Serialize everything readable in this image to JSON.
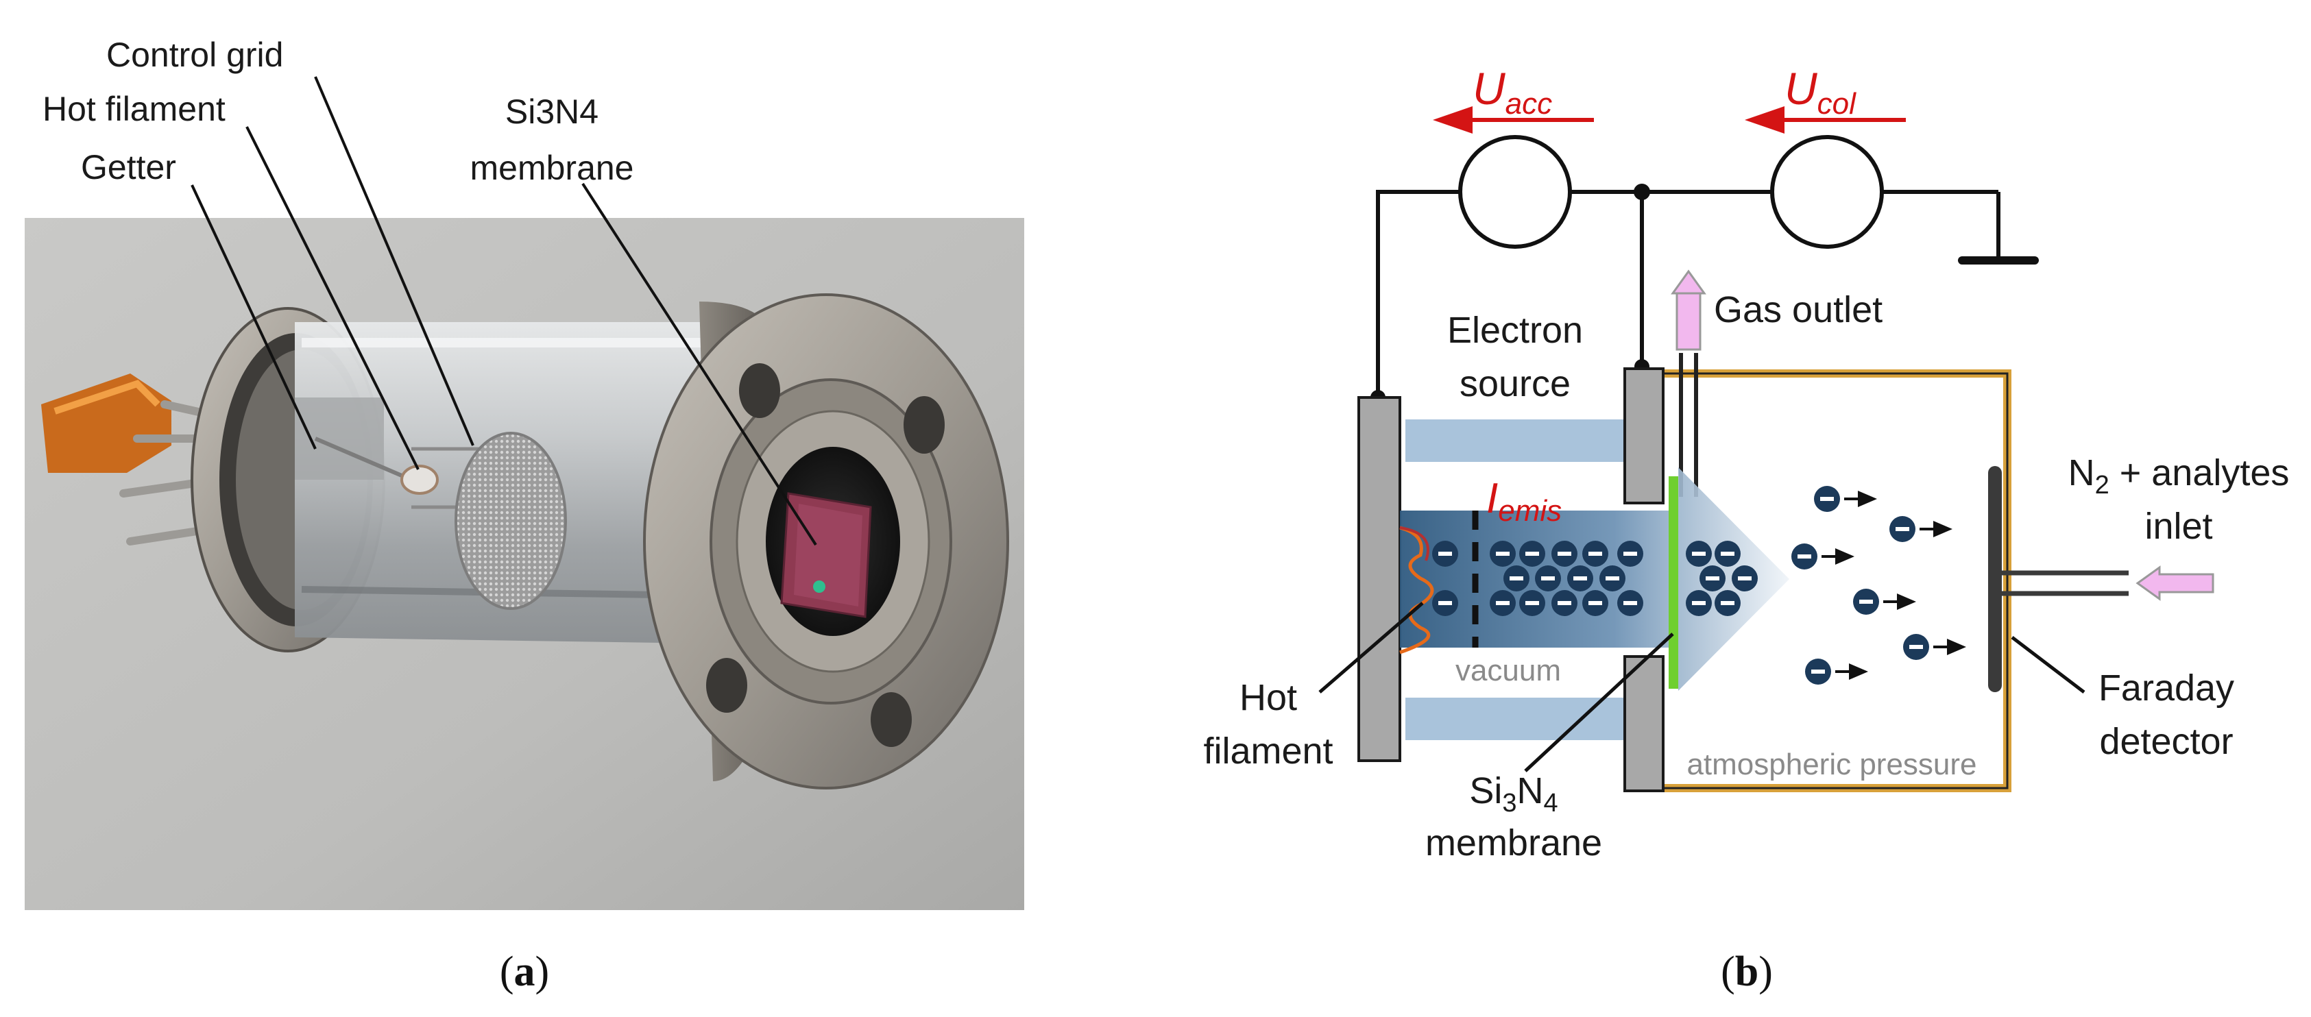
{
  "panel_a": {
    "labels": {
      "control_grid": "Control grid",
      "hot_filament": "Hot filament",
      "getter": "Getter",
      "membrane_line1": "Si3N4",
      "membrane_line2": "membrane"
    },
    "caption_open": "(",
    "caption_letter": "a",
    "caption_close": ")"
  },
  "panel_b": {
    "u_acc": {
      "base": "U",
      "sub": "acc"
    },
    "u_col": {
      "base": "U",
      "sub": "col"
    },
    "gas_outlet": "Gas outlet",
    "electron_source_line1": "Electron",
    "electron_source_line2": "source",
    "i_emis": {
      "base": "I",
      "sub": "emis"
    },
    "vacuum": "vacuum",
    "atmospheric_pressure": "atmospheric pressure",
    "hot_filament_line1": "Hot",
    "hot_filament_line2": "filament",
    "membrane": {
      "si": "Si",
      "sub3": "3",
      "n": "N",
      "sub4": "4",
      "line2": "membrane"
    },
    "inlet": {
      "n": "N",
      "sub2": "2",
      "rest": " + analytes",
      "line2": "inlet"
    },
    "faraday_line1": "Faraday",
    "faraday_line2": "detector",
    "electron_symbol": "−",
    "caption_open": "(",
    "caption_letter": "b",
    "caption_close": ")"
  },
  "colors": {
    "accent_red": "#d41414",
    "membrane_green": "#6fcf2f",
    "chamber_orange": "#d8a13a",
    "electron_navy": "#1c3a5a",
    "pink_arrow": "#f2b8ee"
  }
}
